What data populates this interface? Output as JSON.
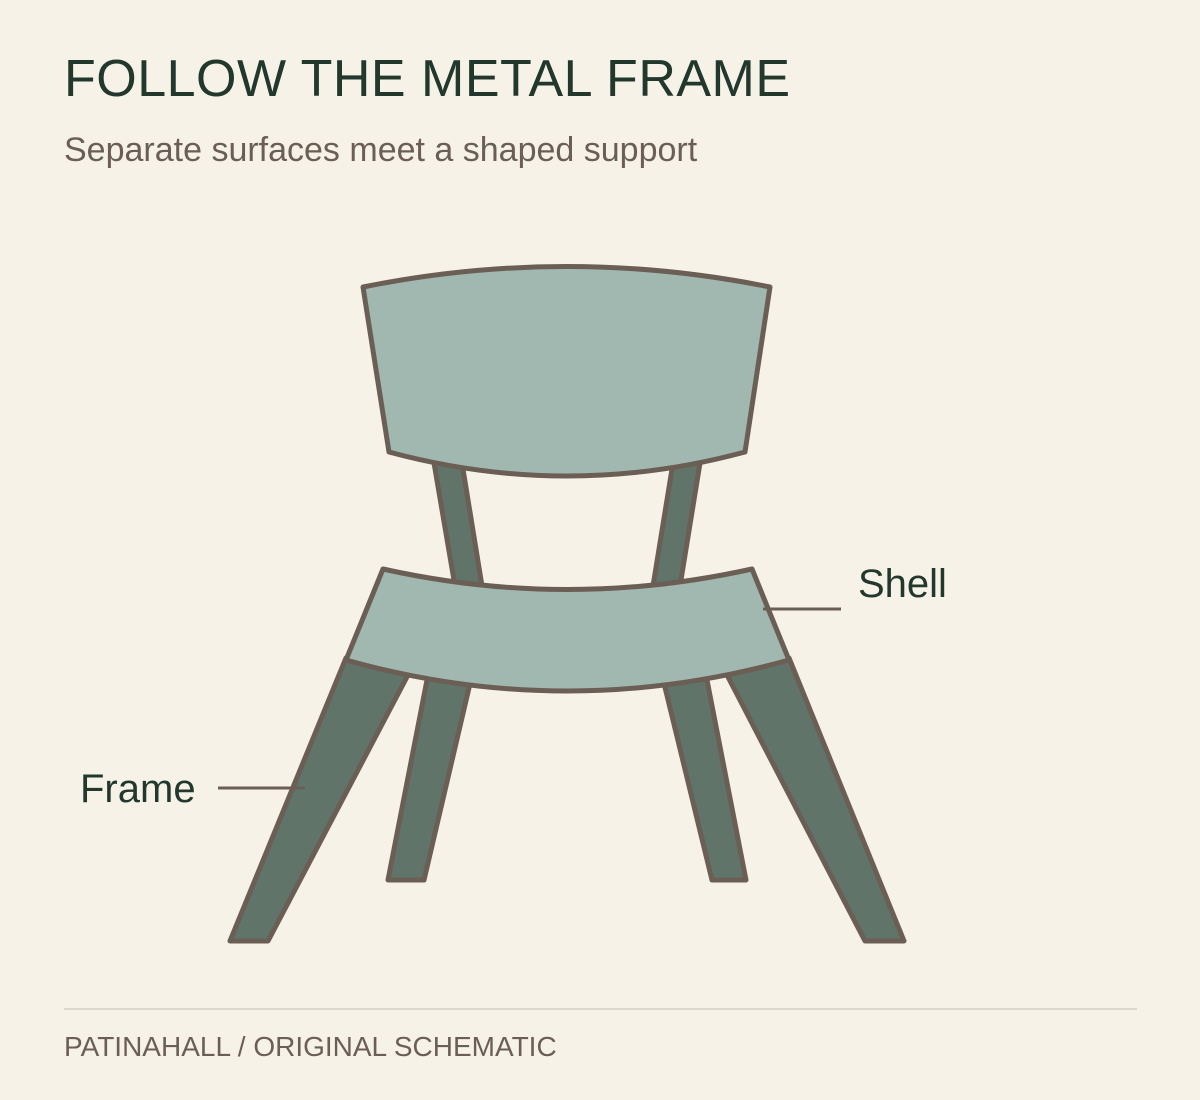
{
  "header": {
    "title": "FOLLOW THE METAL FRAME",
    "subtitle": "Separate surfaces meet a shaped support"
  },
  "diagram": {
    "labels": {
      "shell": "Shell",
      "frame": "Frame"
    },
    "colors": {
      "background": "#f6f2e8",
      "shell_fill": "#a0b8b0",
      "frame_fill": "#60746a",
      "outline": "#6b5f55",
      "title_text": "#22382c",
      "muted_text": "#6b5f55"
    }
  },
  "footer": {
    "credit": "PATINAHALL / ORIGINAL SCHEMATIC"
  }
}
